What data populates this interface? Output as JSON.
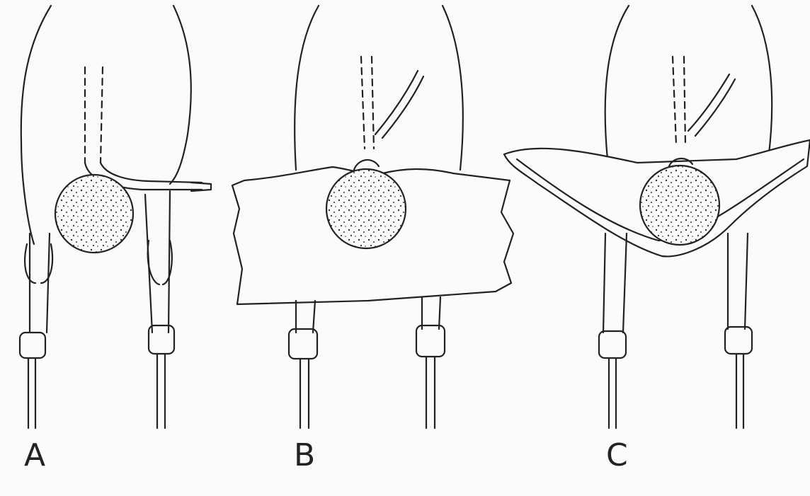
{
  "panels": [
    {
      "label": "A"
    },
    {
      "label": "B"
    },
    {
      "label": "C"
    }
  ],
  "colors": {
    "background": "#fbfbfb",
    "ink": "#222222"
  }
}
